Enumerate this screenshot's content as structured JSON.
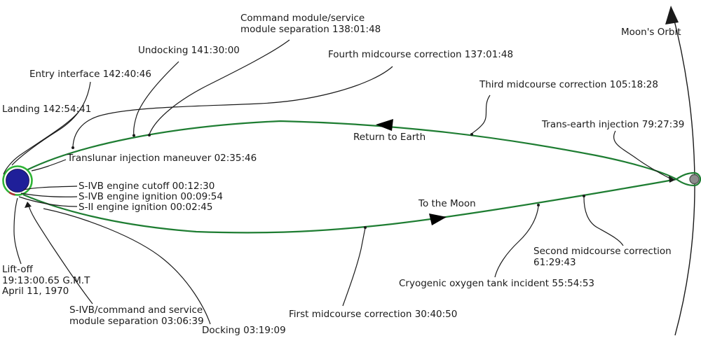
{
  "diagram": {
    "type": "mission-trajectory-timeline",
    "labels": {
      "cm_sm_separation": "Command module/service\nmodule separation 138:01:48",
      "undocking": "Undocking 141:30:00",
      "entry_interface": "Entry interface 142:40:46",
      "landing": "Landing 142:54:41",
      "fourth_midcourse": "Fourth midcourse correction 137:01:48",
      "moons_orbit": "Moon's Orbit",
      "third_midcourse": "Third midcourse correction 105:18:28",
      "trans_earth_injection": "Trans-earth injection 79:27:39",
      "return_to_earth": "Return to Earth",
      "to_the_moon": "To the Moon",
      "translunar_injection": "Translunar injection maneuver 02:35:46",
      "sivb_engine_cutoff": "S-IVB engine cutoff 00:12:30",
      "sivb_engine_ignition": "S-IVB engine ignition 00:09:54",
      "sii_engine_ignition": "S-II engine ignition 00:02:45",
      "liftoff": "Lift-off\n19:13:00.65 G.M.T\nApril 11, 1970",
      "sivb_csm_separation": "S-IVB/command and service\nmodule separation 03:06:39",
      "docking": "Docking 03:19:09",
      "first_midcourse": "First midcourse correction 30:40:50",
      "cryogenic_incident": "Cryogenic oxygen tank incident 55:54:53",
      "second_midcourse": "Second midcourse correction 61:29:43"
    },
    "colors": {
      "background": "#ffffff",
      "trajectory": "#1e7d32",
      "earth_parking_orbit": "#2eb335",
      "earth_fill": "#1f1f99",
      "moon_fill": "#8c8c8c",
      "moon_outline": "#555555",
      "leader_line": "#1a1a1a",
      "text": "#1a1a1a",
      "launch_marker": "#b03030"
    }
  }
}
